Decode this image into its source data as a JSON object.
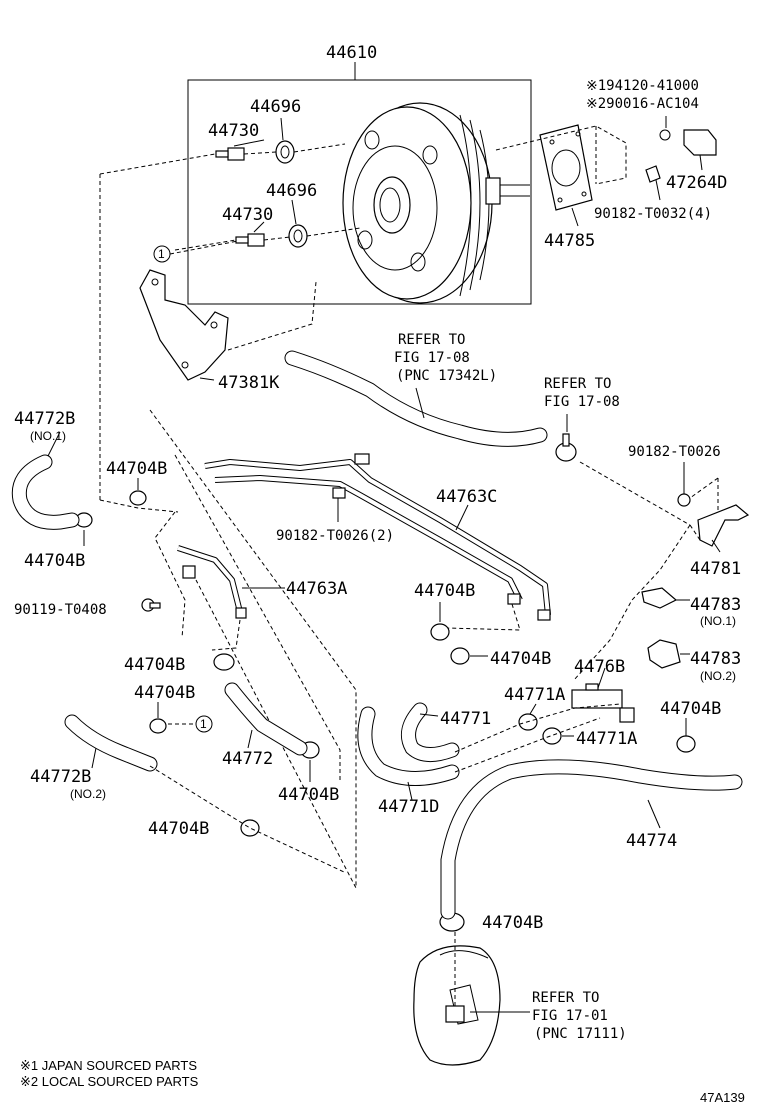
{
  "labels": {
    "booster": "44610",
    "seal_upper": "44696",
    "pin_upper": "44730",
    "seal_lower": "44696",
    "pin_lower": "44730",
    "note1_part": "※194120-41000",
    "note2_part": "※290016-AC104",
    "bracket_47264d": "47264D",
    "nut_t0032": "90182-T0032(4)",
    "gasket": "44785",
    "bracket_47381k": "47381K",
    "hose_44772b_top": "44772B",
    "no1": "(NO.1)",
    "clamp_a": "44704B",
    "clamp_b": "44704B",
    "bolt_t0408": "90119-T0408",
    "pipe_44763a": "44763A",
    "pipe_44763c": "44763C",
    "nut_t0026_2": "90182-T0026(2)",
    "nut_t0026": "90182-T0026",
    "bracket_44781": "44781",
    "clip_44783_a": "44783",
    "no1_b": "(NO.1)",
    "clip_44783_b": "44783",
    "no2_b": "(NO.2)",
    "clamp_c": "44704B",
    "clamp_d": "44704B",
    "clamp_e": "44704B",
    "clamp_f": "44704B",
    "union_4476b": "4476B",
    "hose_44771a_top": "44771A",
    "hose_44771": "44771",
    "hose_44771a": "44771A",
    "clamp_g": "44704B",
    "hose_44772b_bot": "44772B",
    "no2": "(NO.2)",
    "hose_44772": "44772",
    "clamp_h": "44704B",
    "hose_44771d": "44771D",
    "hose_44774": "44774",
    "clamp_i": "44704B",
    "clamp_j": "44704B",
    "callout_1a": "1",
    "callout_1b": "1"
  },
  "refers": {
    "r1_line1": "REFER TO",
    "r1_line2": "FIG 17-08",
    "r1_line3": "(PNC 17342L)",
    "r2_line1": "REFER TO",
    "r2_line2": "FIG 17-08",
    "r3_line1": "REFER TO",
    "r3_line2": "FIG 17-01",
    "r3_line3": "(PNC 17111)"
  },
  "notes": {
    "note1": "※1 JAPAN SOURCED PARTS",
    "note2": "※2 LOCAL SOURCED PARTS"
  },
  "figure_id": "47A139"
}
